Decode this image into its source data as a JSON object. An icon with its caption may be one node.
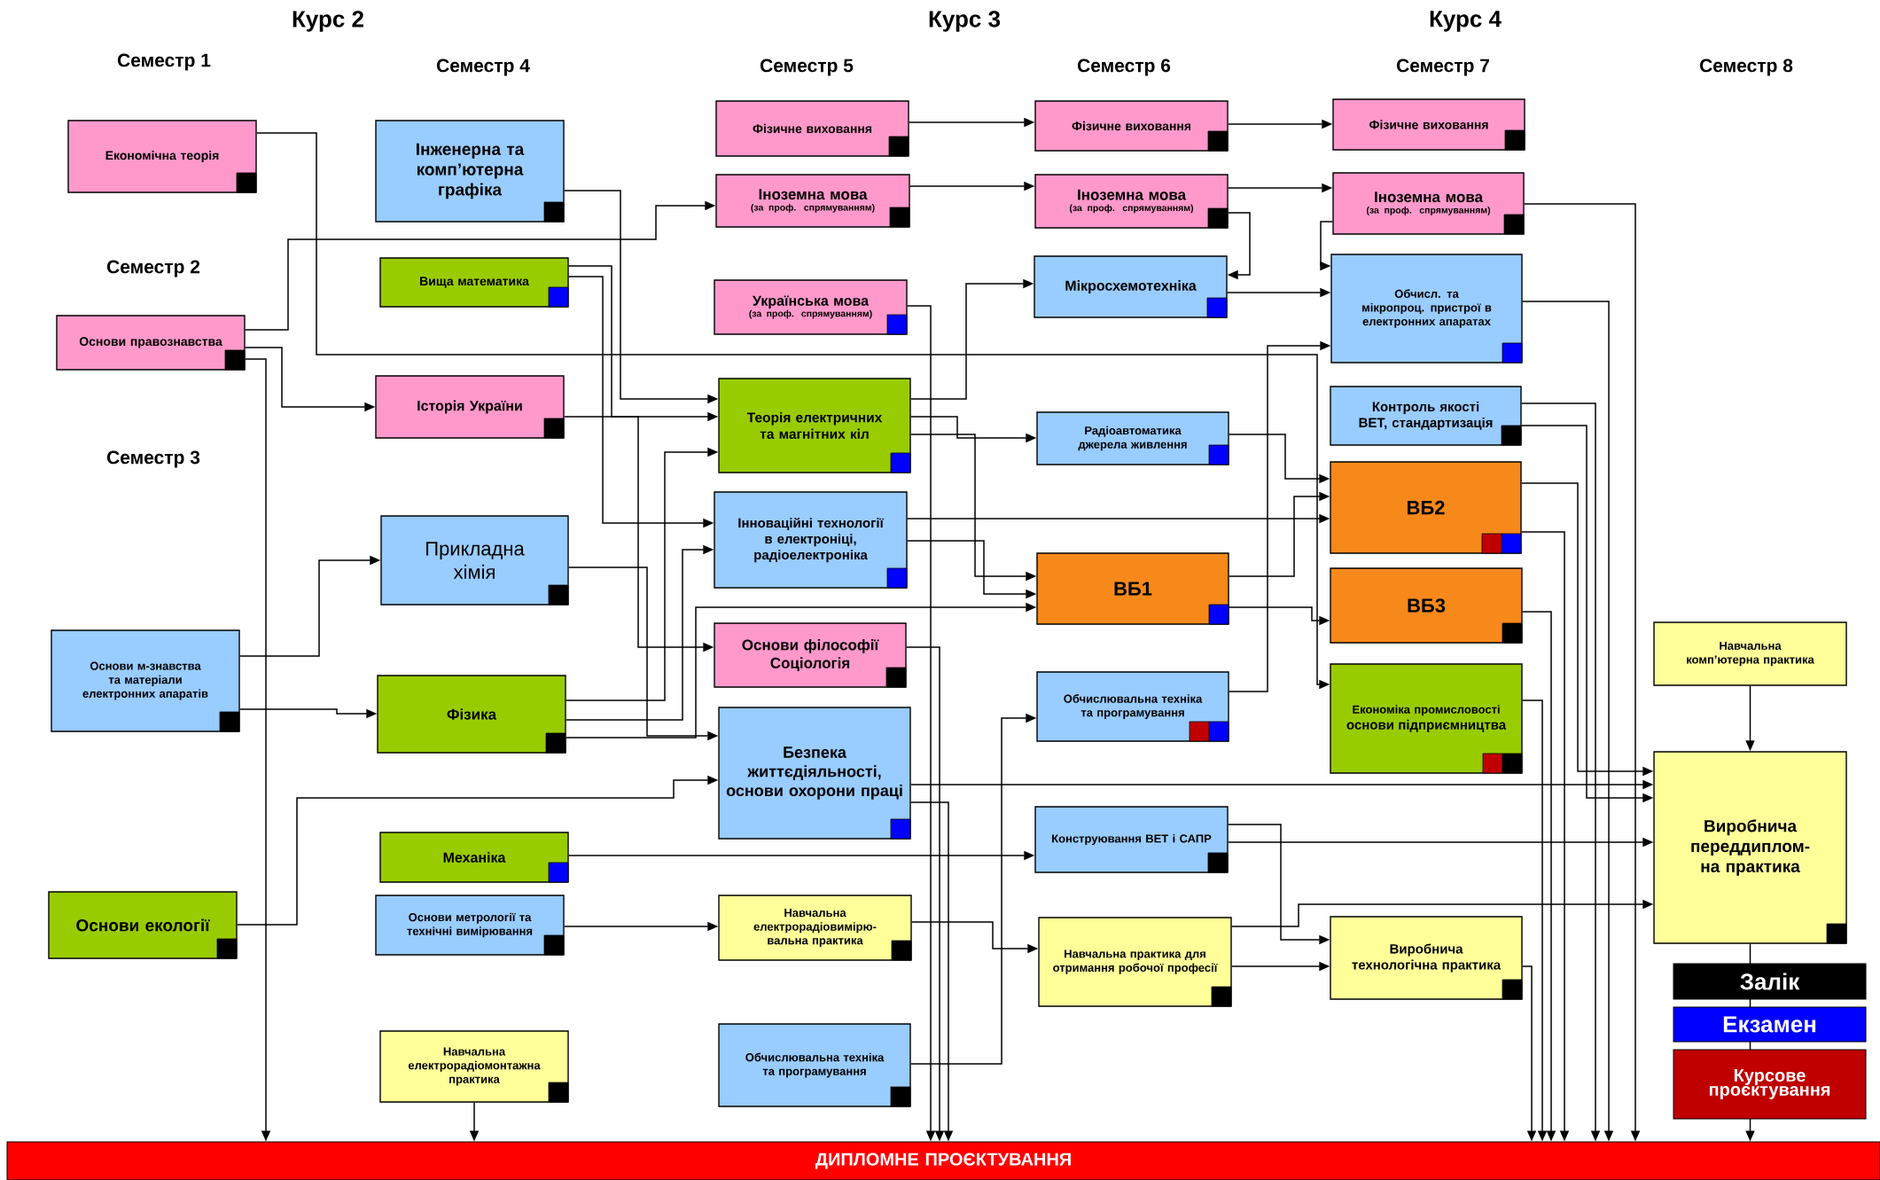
{
  "diagram": {
    "nodes": [
      {
        "text": [
          "Економічна теорія"
        ]
      },
      {
        "text": [
          "Основи правознавства"
        ]
      },
      {
        "text": [
          "Основи м-знавства та матеріали електронних апаратів"
        ]
      },
      {
        "text": [
          "Основи екології"
        ]
      },
      {
        "text": [
          "Інженерна та комп’ютерна графіка"
        ]
      },
      {
        "text": [
          "Вища математика"
        ]
      },
      {
        "text": [
          "Історія України"
        ]
      },
      {
        "text": [
          "Прикладна хімія"
        ]
      },
      {
        "text": [
          "Фізика"
        ]
      },
      {
        "text": [
          "Механіка"
        ]
      },
      {
        "text": [
          "Основи метрології та технічні вимірювання"
        ]
      },
      {
        "text": [
          "Навчальна електрорадіомонтажна практика"
        ]
      },
      {
        "text": [
          "Фізичне виховання"
        ]
      },
      {
        "text": [
          "Іноземна мова",
          "(за проф. спрямуванням)"
        ]
      },
      {
        "text": [
          "Українська мова",
          "(за проф. спрямуванням)"
        ]
      },
      {
        "text": [
          "Теорія електричних та магнітних кіл"
        ]
      },
      {
        "text": [
          "Інноваційні технології в електроніці, радіоелектроніка"
        ]
      },
      {
        "text": [
          "Основи філософії",
          "Соціологія"
        ]
      },
      {
        "text": [
          "Безпека життєдіяльності, основи охорони праці"
        ]
      },
      {
        "text": [
          "Навчальна електрорадіовимірю-вальна практика"
        ]
      },
      {
        "text": [
          "Обчислювальна техніка та програмування"
        ]
      },
      {
        "text": [
          "Фізичне виховання"
        ]
      },
      {
        "text": [
          "Іноземна мова",
          "(за проф. спрямуванням)"
        ]
      },
      {
        "text": [
          "Мікросхемотехніка"
        ]
      },
      {
        "text": [
          "Радіоавтоматика джерела живлення"
        ]
      },
      {
        "text": [
          "ВБ1"
        ]
      },
      {
        "text": [
          "Обчислювальна техніка та програмування"
        ]
      },
      {
        "text": [
          "Конструювання ВЕТ і САПР"
        ]
      },
      {
        "text": [
          "Навчальна практика для отримання робочої професії"
        ]
      },
      {
        "text": [
          "Фізичне виховання"
        ]
      },
      {
        "text": [
          "Іноземна мова",
          "(за проф. спрямуванням)"
        ]
      },
      {
        "text": [
          "Обчисл. та мікропроц. пристрої в електронних апаратах"
        ]
      },
      {
        "text": [
          "Контроль якості ВЕТ, стандартизація"
        ]
      },
      {
        "text": [
          "ВБ2"
        ]
      },
      {
        "text": [
          "ВБ3"
        ]
      },
      {
        "text": [
          "Економіка промисловості",
          "основи підприємництва"
        ]
      },
      {
        "text": [
          "Виробнича технологічна практика"
        ]
      },
      {
        "text": [
          "Навчальна комп’ютерна практика"
        ]
      },
      {
        "text": [
          "Виробнича переддиплом-на практика"
        ]
      },
      {
        "text": [
          "ДИПЛОМНЕ ПРОЄКТУВАННЯ"
        ]
      }
    ],
    "edges": [
      {
        "from": 0,
        "to": 35,
        "arrow": "to"
      },
      {
        "from": 1,
        "to": 6,
        "arrow": "to"
      },
      {
        "from": 1,
        "to": 13,
        "arrow": "to"
      },
      {
        "from": 1,
        "to": 39,
        "arrow": "to"
      },
      {
        "from": 2,
        "to": 7,
        "arrow": "to"
      },
      {
        "from": 2,
        "to": 8,
        "arrow": "to"
      },
      {
        "from": 3,
        "to": 18,
        "arrow": "to"
      },
      {
        "from": 4,
        "to": 15,
        "arrow": "to"
      },
      {
        "from": 5,
        "to": 15,
        "arrow": "to"
      },
      {
        "from": 5,
        "to": 16,
        "arrow": "to"
      },
      {
        "from": 6,
        "to": 17,
        "arrow": "to"
      },
      {
        "from": 7,
        "to": 18,
        "arrow": "to"
      },
      {
        "from": 8,
        "to": 15,
        "arrow": "to"
      },
      {
        "from": 8,
        "to": 16,
        "arrow": "to"
      },
      {
        "from": 8,
        "to": 25,
        "arrow": "to"
      },
      {
        "from": 9,
        "to": 27,
        "arrow": "to"
      },
      {
        "from": 10,
        "to": 19,
        "arrow": "to"
      },
      {
        "from": 11,
        "to": 39,
        "arrow": "to"
      },
      {
        "from": 12,
        "to": 21,
        "arrow": "to"
      },
      {
        "from": 13,
        "to": 22,
        "arrow": "to"
      },
      {
        "from": 14,
        "to": 39,
        "arrow": "to"
      },
      {
        "from": 15,
        "to": 24,
        "arrow": "to"
      },
      {
        "from": 15,
        "to": 23,
        "arrow": "to"
      },
      {
        "from": 15,
        "to": 25,
        "arrow": "to"
      },
      {
        "from": 16,
        "to": 25,
        "arrow": "to"
      },
      {
        "from": 16,
        "to": 33,
        "arrow": "to"
      },
      {
        "from": 17,
        "to": 39,
        "arrow": "to"
      },
      {
        "from": 18,
        "to": 39,
        "arrow": "to"
      },
      {
        "from": 18,
        "to": 38,
        "arrow": "to"
      },
      {
        "from": 19,
        "to": 28,
        "arrow": "to"
      },
      {
        "from": 20,
        "to": 26,
        "arrow": "to"
      },
      {
        "from": 21,
        "to": 29,
        "arrow": "to"
      },
      {
        "from": 22,
        "to": 30,
        "arrow": "to"
      },
      {
        "from": 22,
        "to": 23,
        "arrow": "to"
      },
      {
        "from": 23,
        "to": 31,
        "arrow": "to"
      },
      {
        "from": 24,
        "to": 33,
        "arrow": "to"
      },
      {
        "from": 25,
        "to": 33,
        "arrow": "to"
      },
      {
        "from": 25,
        "to": 34,
        "arrow": "to"
      },
      {
        "from": 26,
        "to": 31,
        "arrow": "to"
      },
      {
        "from": 27,
        "to": 36,
        "arrow": "to"
      },
      {
        "from": 27,
        "to": 38,
        "arrow": "to"
      },
      {
        "from": 28,
        "to": 36,
        "arrow": "to"
      },
      {
        "from": 28,
        "to": 38,
        "arrow": "to"
      },
      {
        "from": 30,
        "to": 31,
        "arrow": "to"
      },
      {
        "from": 30,
        "to": 39,
        "arrow": "to"
      },
      {
        "from": 31,
        "to": 39,
        "arrow": "to"
      },
      {
        "from": 32,
        "to": 39,
        "arrow": "to"
      },
      {
        "from": 32,
        "to": 38,
        "arrow": "to"
      },
      {
        "from": 33,
        "to": 39,
        "arrow": "to"
      },
      {
        "from": 33,
        "to": 38,
        "arrow": "to"
      },
      {
        "from": 34,
        "to": 39,
        "arrow": "to"
      },
      {
        "from": 35,
        "to": 39,
        "arrow": "to"
      },
      {
        "from": 36,
        "to": 39,
        "arrow": "to"
      },
      {
        "from": 37,
        "to": 38,
        "arrow": "to"
      },
      {
        "from": 38,
        "to": 39,
        "arrow": "to"
      }
    ],
    "labels": [
      "Курс 2",
      "Курс 3",
      "Курс 4",
      "Семестр 1",
      "Семестр 4",
      "Семестр 5",
      "Семестр 6",
      "Семестр 7",
      "Семестр 8",
      "Семестр 2",
      "Семестр 3"
    ],
    "legend": [
      {
        "text": "Залік",
        "color": "#000000"
      },
      {
        "text": "Екзамен",
        "color": "#0000ff"
      },
      {
        "text": "Курсове проєктування",
        "color": "#c00000"
      }
    ]
  }
}
